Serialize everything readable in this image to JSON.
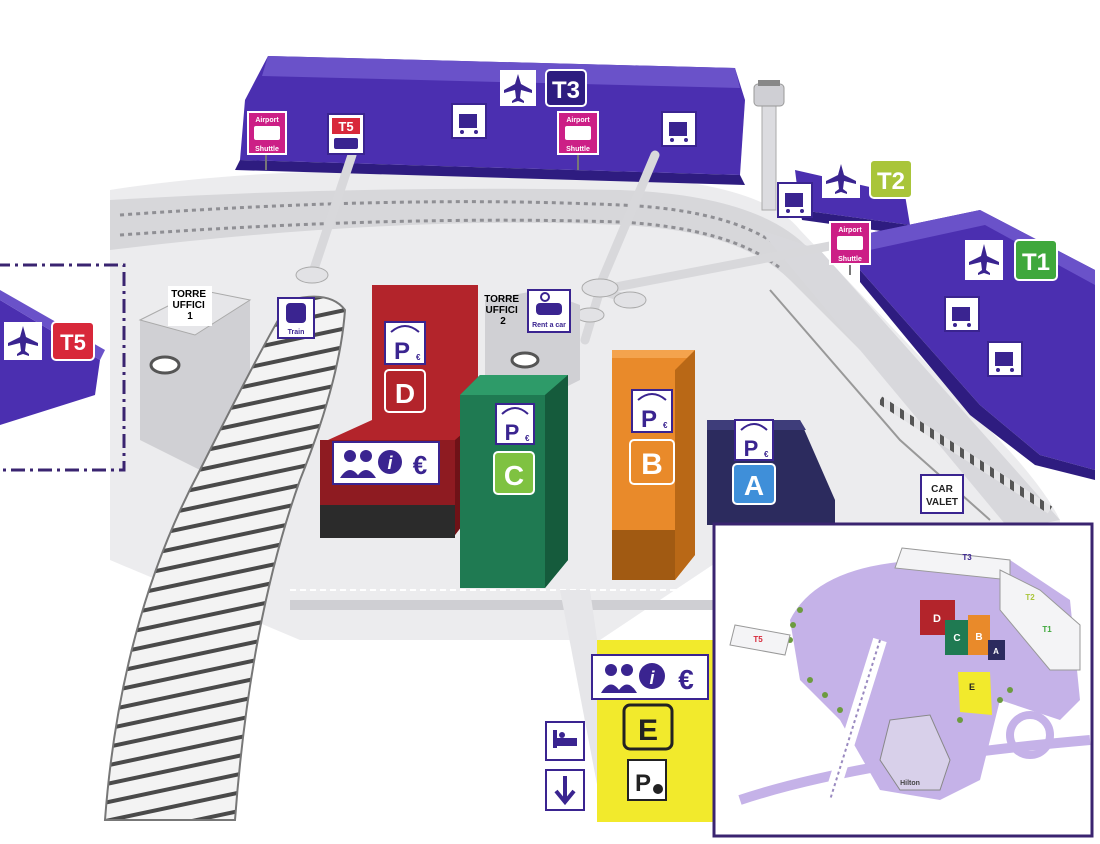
{
  "terminals": {
    "t1": "T1",
    "t2": "T2",
    "t3": "T3",
    "t5": "T5",
    "t5_bus": "T5"
  },
  "shuttle": {
    "line1": "Airport",
    "line2": "Shuttle"
  },
  "buildings": {
    "torre1": [
      "TORRE",
      "UFFICI",
      "1"
    ],
    "torre2": [
      "TORRE",
      "UFFICI",
      "2"
    ],
    "train_label": "Train",
    "rent_label": "Rent a car",
    "car_valet": [
      "CAR",
      "VALET"
    ]
  },
  "parking": {
    "symbol": "P",
    "euro": "€",
    "lots": [
      {
        "letter": "D",
        "color": "#b3242b"
      },
      {
        "letter": "C",
        "color": "#1f7a52"
      },
      {
        "letter": "B",
        "color": "#e98a2a"
      },
      {
        "letter": "A",
        "color": "#2c2b5e"
      },
      {
        "letter": "E",
        "color": "#f2ea2c"
      }
    ]
  },
  "info": {
    "i": "i",
    "euro": "€"
  },
  "inset": {
    "labels": {
      "t5": "T5",
      "t3": "T3",
      "t2": "T2",
      "t1": "T1",
      "d": "D",
      "c": "C",
      "b": "B",
      "a": "A",
      "e": "E",
      "hilton": "Hilton"
    }
  },
  "colors": {
    "terminal": "#4b2fb0",
    "terminal_dark": "#3a2490",
    "shuttle": "#cc1f86",
    "t2_green": "#a9c53a",
    "t1_green": "#3fa83c",
    "t5_red": "#d8283a",
    "inset_border": "#3a2470",
    "inset_fill": "#c5b2e8"
  }
}
